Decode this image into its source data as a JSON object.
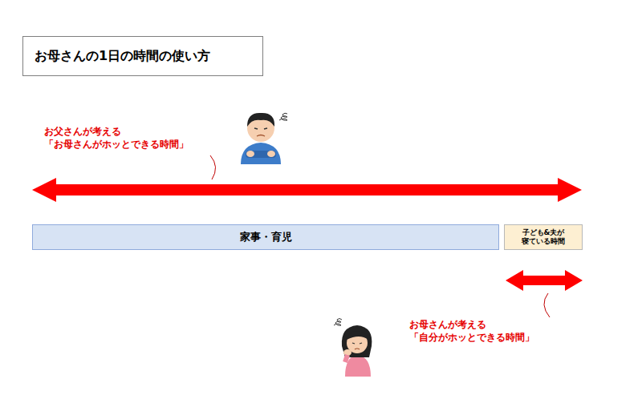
{
  "diagram": {
    "title": "お母さんの1日の時間の使い方",
    "nodes": [
      {
        "text": [
          "家事・育児"
        ]
      },
      {
        "text": [
          "子ども&夫が 寝ている時間"
        ]
      }
    ],
    "labels": [
      "お父さんが考える 「お母さんがホッとできる時間」",
      "お母さんが考える 「自分がホッとできる時間」"
    ]
  }
}
